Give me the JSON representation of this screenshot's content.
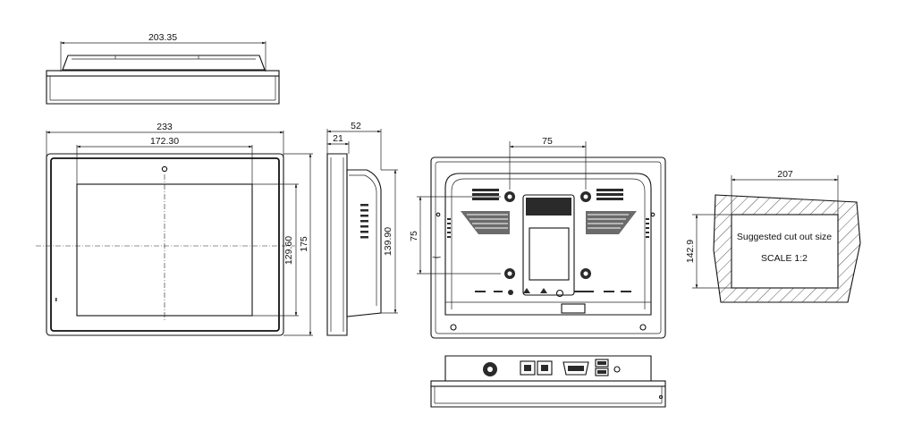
{
  "dimensions": {
    "top_width": "203.35",
    "front_width": "233",
    "screen_width": "172.30",
    "screen_height": "129.60",
    "front_height": "175",
    "side_depth": "52",
    "side_bezel": "21",
    "side_height": "139.90",
    "vesa_h": "75",
    "vesa_v": "75",
    "cutout_width": "207",
    "cutout_height": "142.9"
  },
  "cutout": {
    "label": "Suggested cut out size",
    "scale": "SCALE 1:2"
  }
}
